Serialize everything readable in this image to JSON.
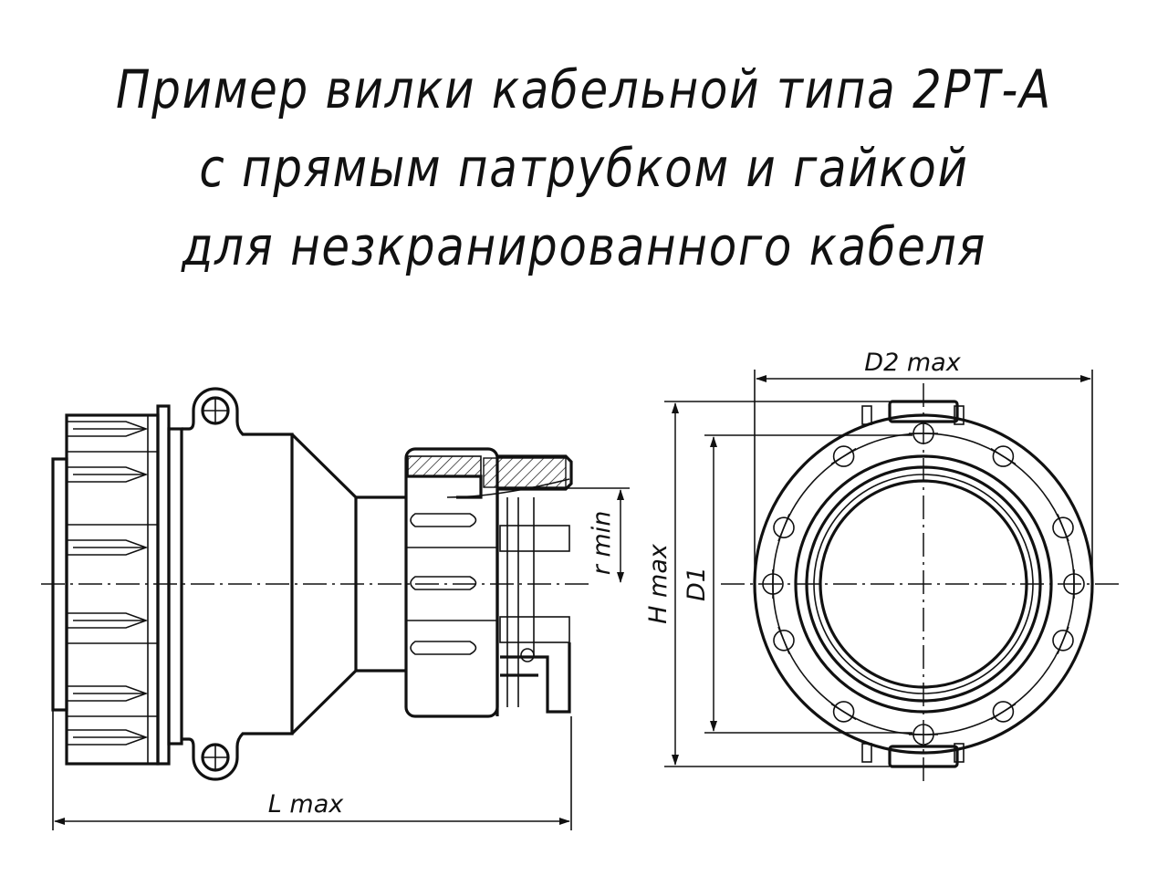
{
  "title": {
    "line1": "Пример вилки кабельной типа 2РТ-А",
    "line2": "с прямым патрубком и гайкой",
    "line3": "для незкранированного кабеля"
  },
  "dimensions": {
    "length": "L max",
    "radius": "r min",
    "d2": "D2 max",
    "height": "H max",
    "d1": "D1"
  }
}
